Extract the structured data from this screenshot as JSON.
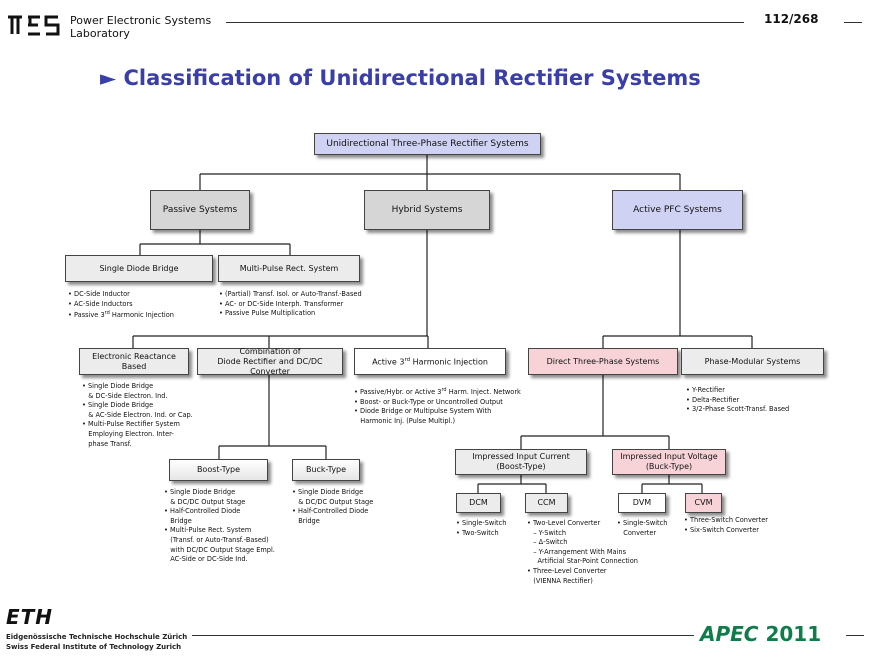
{
  "header": {
    "lab_line1": "Power Electronic Systems",
    "lab_line2": "Laboratory",
    "page_number": "112/268"
  },
  "title": "Classification of Unidirectional Rectifier Systems",
  "nodes": {
    "root": "Unidirectional Three-Phase Rectifier Systems",
    "passive": "Passive Systems",
    "hybrid": "Hybrid Systems",
    "active": "Active PFC Systems",
    "single_diode_bridge": "Single Diode Bridge",
    "multi_pulse": "Multi-Pulse Rect. System",
    "electronic_reactance": "Electronic Reactance Based",
    "combination_line1": "Combination of",
    "combination_line2": "Diode Rectifier and DC/DC Converter",
    "active_3rd_pre": "Active 3",
    "active_3rd_sup": "rd",
    "active_3rd_post": " Harmonic Injection",
    "direct_three_phase": "Direct Three-Phase Systems",
    "phase_modular": "Phase-Modular Systems",
    "boost_type": "Boost-Type",
    "buck_type": "Buck-Type",
    "impressed_current_line1": "Impressed Input Current",
    "impressed_current_line2": "(Boost-Type)",
    "impressed_voltage_line1": "Impressed Input Voltage",
    "impressed_voltage_line2": "(Buck-Type)",
    "dcm": "DCM",
    "ccm": "CCM",
    "dvm": "DVM",
    "cvm": "CVM"
  },
  "lists": {
    "single_diode_bridge": [
      "• DC-Side Inductor",
      "• AC-Side Inductors"
    ],
    "single_diode_bridge_3rd": {
      "pre": "• Passive 3",
      "sup": "rd",
      "post": " Harmonic Injection"
    },
    "multi_pulse": [
      "• (Partial) Transf. Isol. or Auto-Transf.-Based",
      "• AC- or DC-Side Interph. Transformer",
      "• Passive Pulse Multiplication"
    ],
    "electronic_reactance": [
      "• Single Diode Bridge",
      "   & DC-Side Electron. Ind.",
      "• Single Diode Bridge",
      "   & AC-Side Electron. Ind. or Cap.",
      "• Multi-Pulse Rectifier System",
      "   Employing Electron. Inter-",
      "   phase Transf."
    ],
    "active_3rd_first": {
      "pre": "• Passive/Hybr. or Active 3",
      "sup": "rd",
      "post": " Harm. Inject. Network"
    },
    "active_3rd": [
      "• Boost- or Buck-Type or Uncontrolled Output",
      "• Diode Bridge or Multipulse System With",
      "   Harmonic Inj. (Pulse Multipl.)"
    ],
    "phase_modular": [
      "• Y-Rectifier",
      "• Delta-Rectifier",
      "• 3/2-Phase Scott-Transf. Based"
    ],
    "boost_type": [
      "• Single Diode Bridge",
      "   & DC/DC Output Stage",
      "• Half-Controlled Diode",
      "   Bridge",
      "• Multi-Pulse Rect. System",
      "   (Transf. or Auto-Transf.-Based)",
      "   with DC/DC Output Stage Empl.",
      "   AC-Side or DC-Side Ind."
    ],
    "buck_type": [
      "• Single Diode Bridge",
      "   & DC/DC Output Stage",
      "• Half-Controlled Diode",
      "   Bridge"
    ],
    "dcm": [
      "• Single-Switch",
      "• Two-Switch"
    ],
    "ccm": [
      "• Two-Level Converter",
      "   – Y-Switch",
      "   – Δ-Switch",
      "   – Y-Arrangement With Mains",
      "     Artificial Star-Point Connection",
      "• Three-Level Converter",
      "   (VIENNA Rectifier)"
    ],
    "dvm": [
      "• Single-Switch",
      "   Converter"
    ],
    "cvm": [
      "• Three-Switch Converter",
      "• Six-Switch Converter"
    ]
  },
  "footer": {
    "eth_logo": "ETH",
    "eth_line1": "Eidgenössische Technische Hochschule Zürich",
    "eth_line2": "Swiss Federal Institute of Technology Zurich",
    "apec_brand": "APEC",
    "apec_year": "2011"
  },
  "colors": {
    "title": "#3a3ea8",
    "root_box": "#cfd2f3",
    "active_box": "#cfd2f3",
    "highlight_box": "#f7d3d8",
    "grey_box": "#d6d6d6",
    "apec_brand": "#0f7d4a"
  }
}
